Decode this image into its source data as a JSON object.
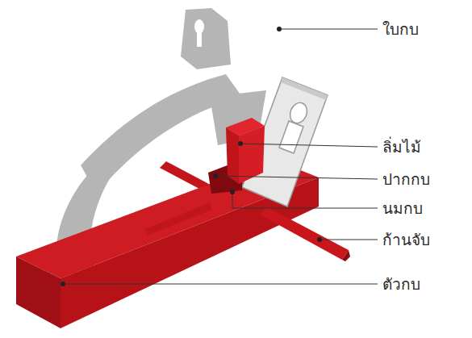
{
  "diagram": {
    "labels": [
      "ใบกบ",
      "ลิ่มไม้",
      "ปากกบ",
      "นมกบ",
      "ก้านจับ",
      "ตัวกบ"
    ]
  }
}
